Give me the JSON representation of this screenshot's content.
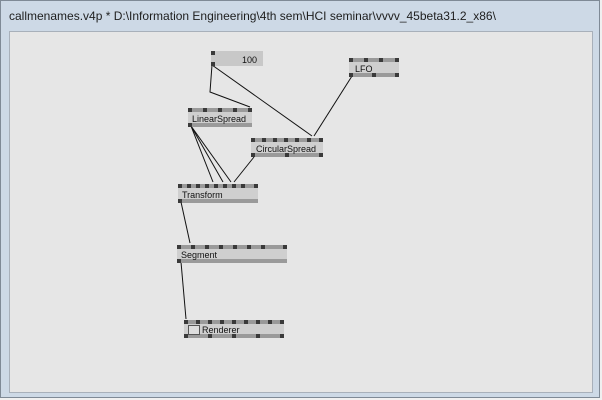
{
  "window": {
    "title": "callmenames.v4p *  D:\\Information Engineering\\4th sem\\HCI seminar\\vvvv_45beta31.2_x86\\"
  },
  "nodes": {
    "iobox": {
      "value": "100"
    },
    "lfo": {
      "label": "LFO"
    },
    "linearspread": {
      "label": "LinearSpread"
    },
    "circularspread": {
      "label": "CircularSpread"
    },
    "transform": {
      "label": "Transform"
    },
    "segment": {
      "label": "Segment"
    },
    "renderer": {
      "label": "Renderer"
    }
  }
}
